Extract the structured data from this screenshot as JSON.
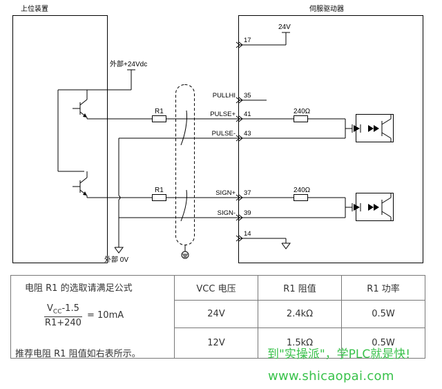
{
  "diagram": {
    "host_title": "上位装置",
    "driver_title": "伺服驱动器",
    "ext_24v": "外部+24Vdc",
    "ext_0v": "外部 0V",
    "vcc_24v": "24V",
    "resistor_r1_top": "R1",
    "resistor_r1_bottom": "R1",
    "resistor_240_top": "240Ω",
    "resistor_240_bottom": "240Ω",
    "pins": [
      {
        "num": "17",
        "name": ""
      },
      {
        "num": "35",
        "name": "PULLHI"
      },
      {
        "num": "41",
        "name": "PULSE+"
      },
      {
        "num": "43",
        "name": "PULSE-"
      },
      {
        "num": "37",
        "name": "SIGN+"
      },
      {
        "num": "39",
        "name": "SIGN-"
      },
      {
        "num": "14",
        "name": ""
      }
    ]
  },
  "table": {
    "formula_title": "电阻 R1 的选取请满足公式",
    "formula_numerator": "Vcc-1.5",
    "formula_numerator_main": "V",
    "formula_numerator_sub": "CC",
    "formula_numerator_rest": "-1.5",
    "formula_denominator": "R1+240",
    "formula_result": "= 10mA",
    "formula_note": "推荐电阻 R1 阻值如右表所示。",
    "headers": [
      "VCC 电压",
      "R1 阻值",
      "R1 功率"
    ],
    "rows": [
      [
        "24V",
        "2.4kΩ",
        "0.5W"
      ],
      [
        "12V",
        "1.5kΩ",
        "0.5W"
      ]
    ]
  },
  "watermark": {
    "slogan": "到\"实操派\"，学PLC就是快!",
    "url": "www.shicaopai.com",
    "color": "#39c24b"
  }
}
